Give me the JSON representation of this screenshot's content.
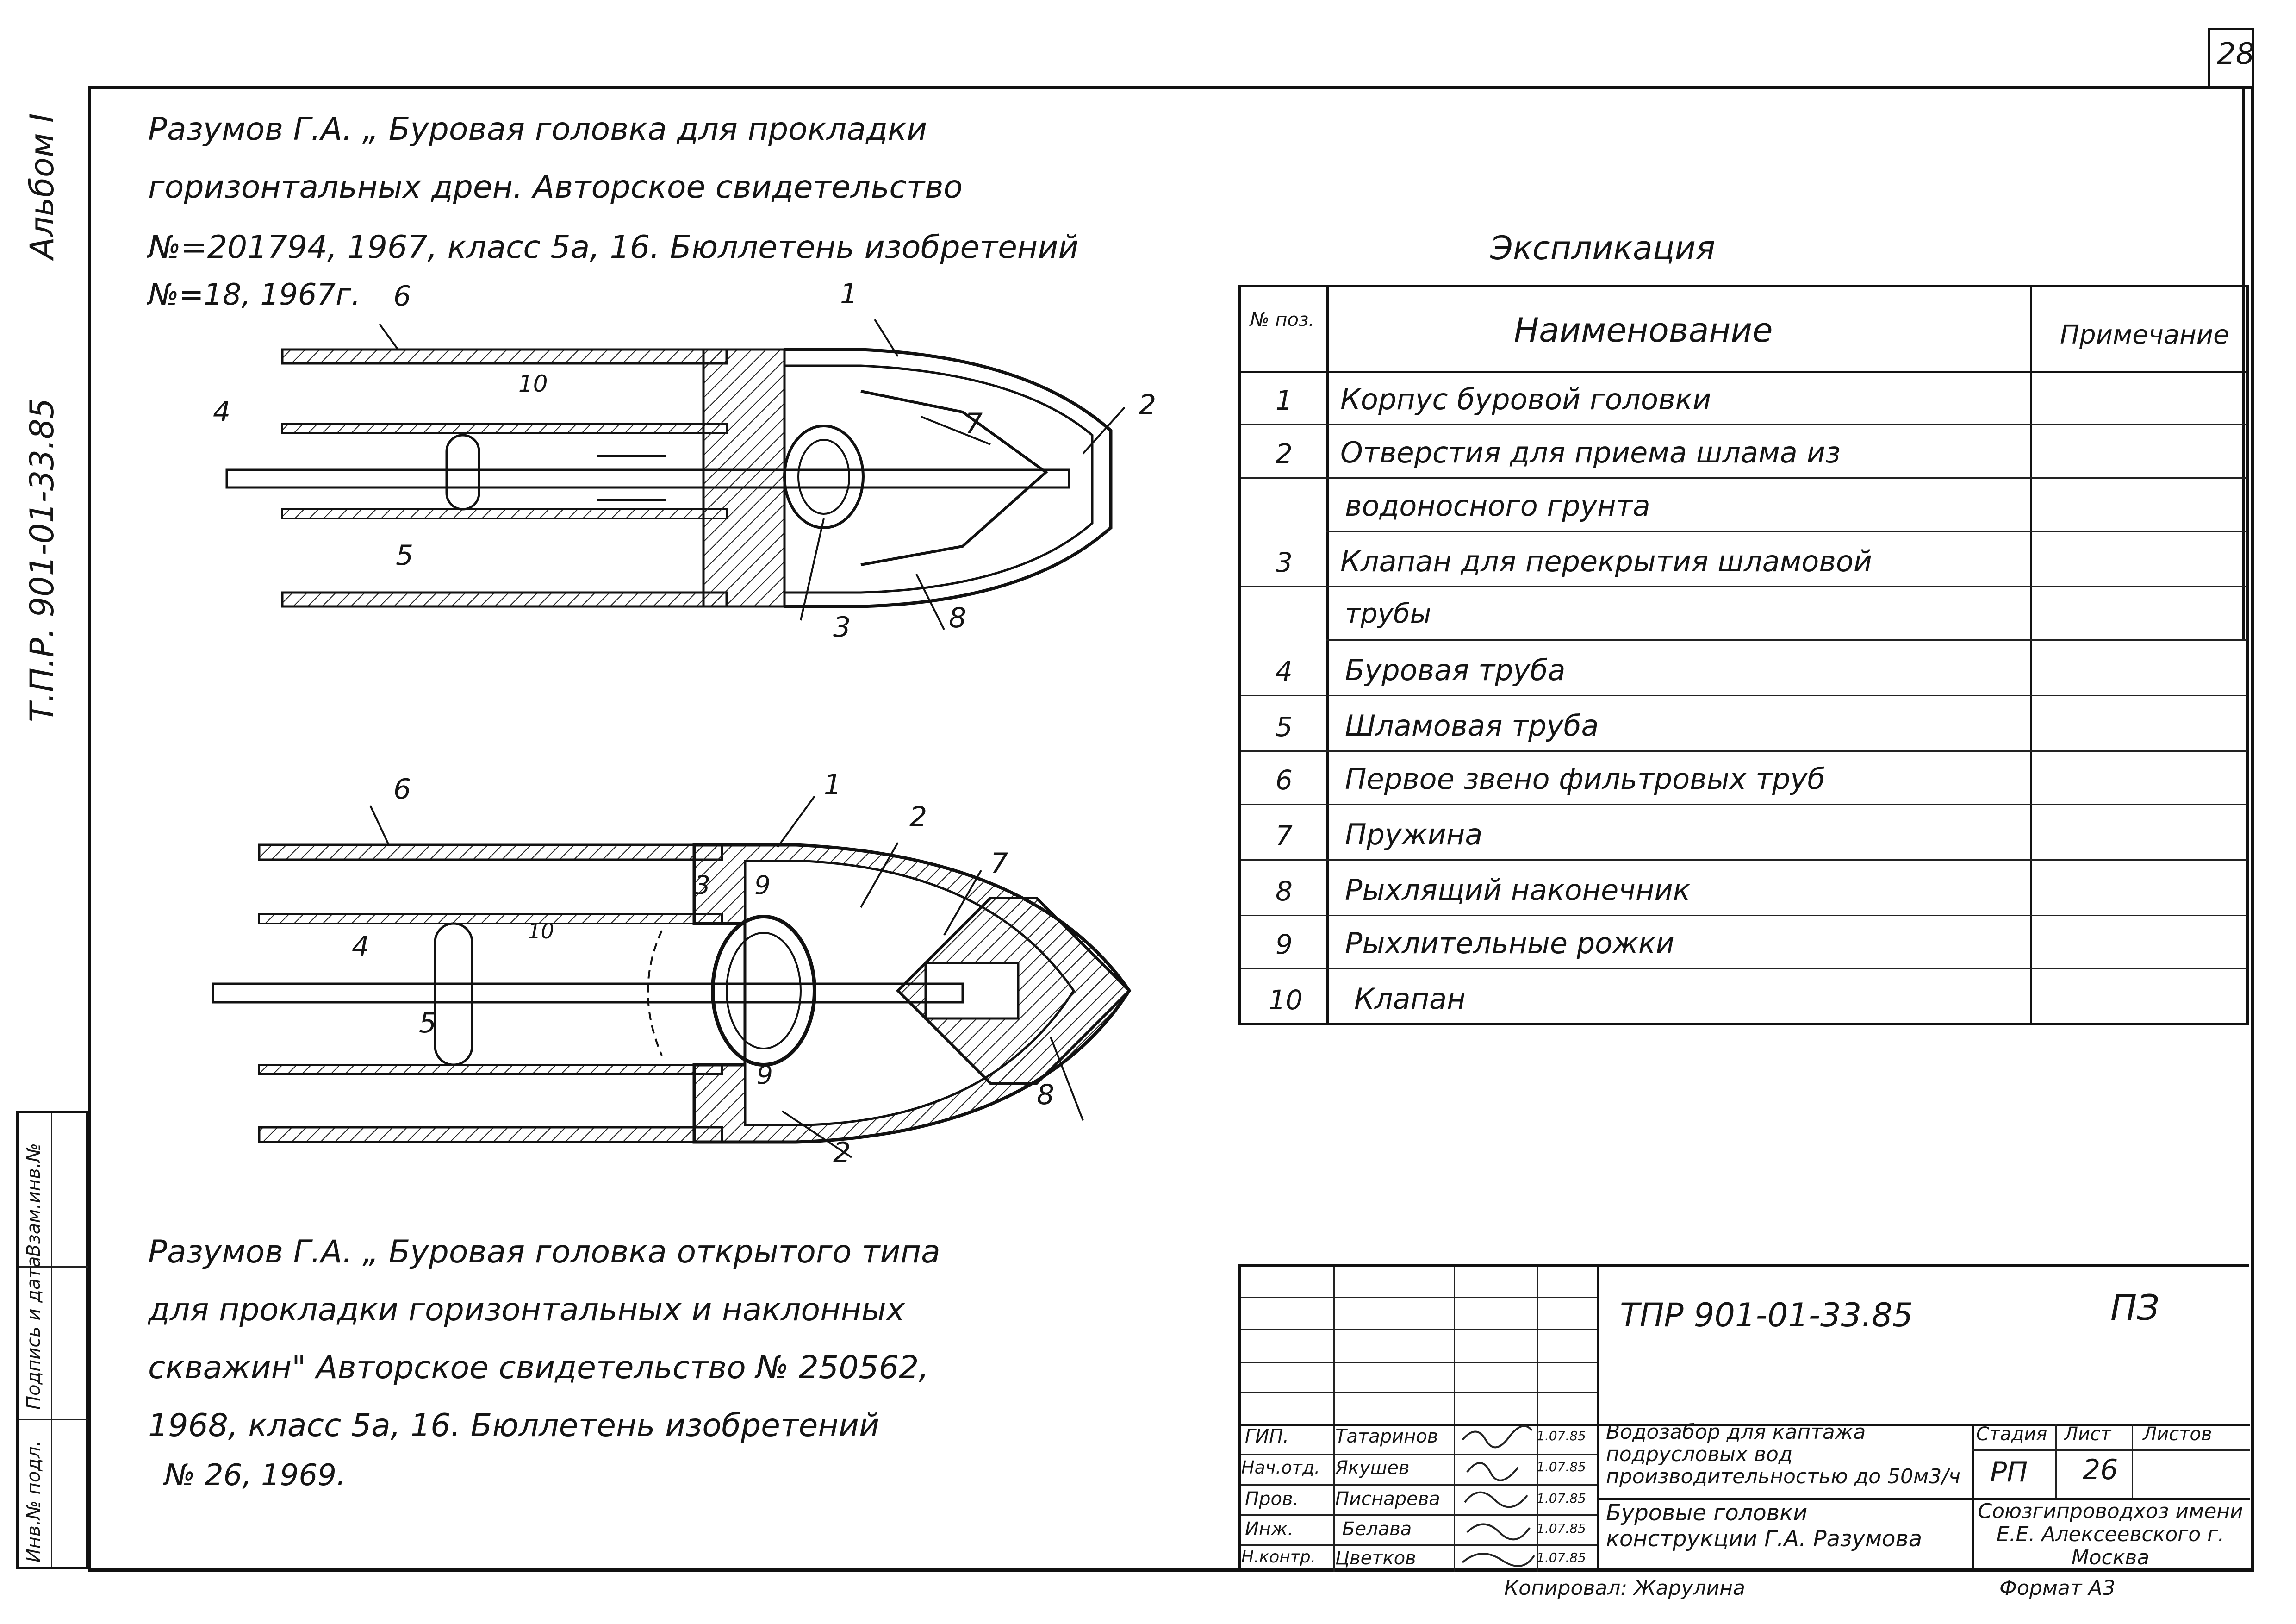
{
  "sheet_number": "28",
  "side_margin": {
    "album": "Альбом I",
    "code": "Т.П.Р. 901-01-33.85",
    "stamp_cells": [
      "Взам.инв.№",
      "Подпись и дата",
      "Инв.№ подл."
    ]
  },
  "reference_top": {
    "line1": "Разумов Г.А. „ Буровая головка для прокладки",
    "line2": "горизонтальных дрен. Авторское свидетельство",
    "line3": "№=201794, 1967, класс 5а, 16. Бюллетень изобретений",
    "line4": "№=18, 1967г."
  },
  "reference_bottom": {
    "line1": "Разумов Г.А. „ Буровая головка открытого типа",
    "line2": "для прокладки горизонтальных и наклонных",
    "line3": "скважин\" Авторское свидетельство № 250562,",
    "line4": "1968, класс 5а, 16. Бюллетень изобретений",
    "line5": "№ 26, 1969."
  },
  "drawing_labels": {
    "top": [
      "6",
      "1",
      "10",
      "4",
      "7",
      "2",
      "5",
      "3",
      "8"
    ],
    "bottom": [
      "6",
      "1",
      "2",
      "3",
      "9",
      "10",
      "4",
      "7",
      "5",
      "9",
      "8",
      "2"
    ]
  },
  "explication": {
    "title": "Экспликация",
    "headers": {
      "pos": "№ поз.",
      "name": "Наименование",
      "note": "Примечание"
    },
    "rows": [
      {
        "pos": "1",
        "name": "Корпус буровой головки"
      },
      {
        "pos": "2",
        "name": "Отверстия для приема шлама из"
      },
      {
        "pos": "",
        "name": "водоносного грунта"
      },
      {
        "pos": "3",
        "name": "Клапан для перекрытия шламовой"
      },
      {
        "pos": "",
        "name": "трубы"
      },
      {
        "pos": "4",
        "name": "Буровая труба"
      },
      {
        "pos": "5",
        "name": "Шламовая труба"
      },
      {
        "pos": "6",
        "name": "Первое звено фильтровых труб"
      },
      {
        "pos": "7",
        "name": "Пружина"
      },
      {
        "pos": "8",
        "name": "Рыхлящий наконечник"
      },
      {
        "pos": "9",
        "name": "Рыхлительные рожки"
      },
      {
        "pos": "10",
        "name": "Клапан"
      }
    ]
  },
  "title_block": {
    "doc_code": "ТПР 901-01-33.85",
    "section": "ПЗ",
    "project": "Водозабор для каптажа подрусловых вод производительностью до 50м3/ч",
    "sheet_title": "Буровые головки конструкции Г.А. Разумова",
    "stage_label": "Стадия",
    "stage": "РП",
    "sheet_label": "Лист",
    "sheet": "26",
    "sheets_label": "Листов",
    "sheets": "",
    "org": "Союзгипроводхоз имени Е.Е. Алексеевского г. Москва",
    "people": [
      {
        "role": "ГИП.",
        "name": "Татаринов",
        "date": "1.07.85"
      },
      {
        "role": "Нач.отд.",
        "name": "Якушев",
        "date": "1.07.85"
      },
      {
        "role": "Пров.",
        "name": "Писнарева",
        "date": "1.07.85"
      },
      {
        "role": "Инж.",
        "name": "Белава",
        "date": "1.07.85"
      },
      {
        "role": "Н.контр.",
        "name": "Цветков",
        "date": "1.07.85"
      }
    ]
  },
  "footer": {
    "copied": "Копировал: Жарулина",
    "format": "Формат А3"
  }
}
